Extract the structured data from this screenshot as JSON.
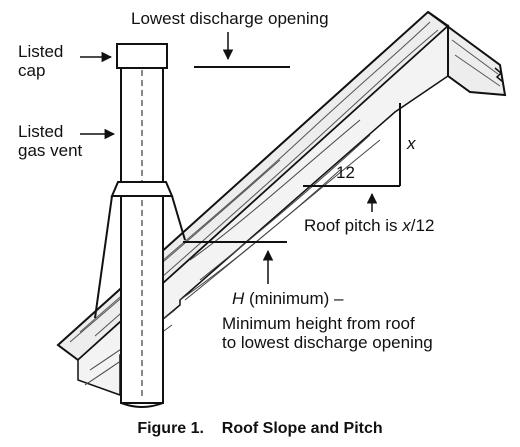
{
  "labels": {
    "lowest_discharge_opening": "Lowest discharge opening",
    "listed_cap_line1": "Listed",
    "listed_cap_line2": "cap",
    "listed_gas_vent_line1": "Listed",
    "listed_gas_vent_line2": "gas vent",
    "pitch_run": "12",
    "pitch_rise": "x",
    "roof_pitch_prefix": "Roof pitch is ",
    "roof_pitch_expr": "x",
    "roof_pitch_suffix": "/12",
    "height_symbol": "H",
    "height_minimum": " (minimum) –",
    "height_desc_line1": "Minimum height from roof",
    "height_desc_line2": "to lowest discharge opening"
  },
  "caption": {
    "figure_label": "Figure 1.",
    "figure_title": "Roof Slope and Pitch"
  },
  "colors": {
    "ink": "#111111",
    "wood": "#e8e8e8"
  }
}
